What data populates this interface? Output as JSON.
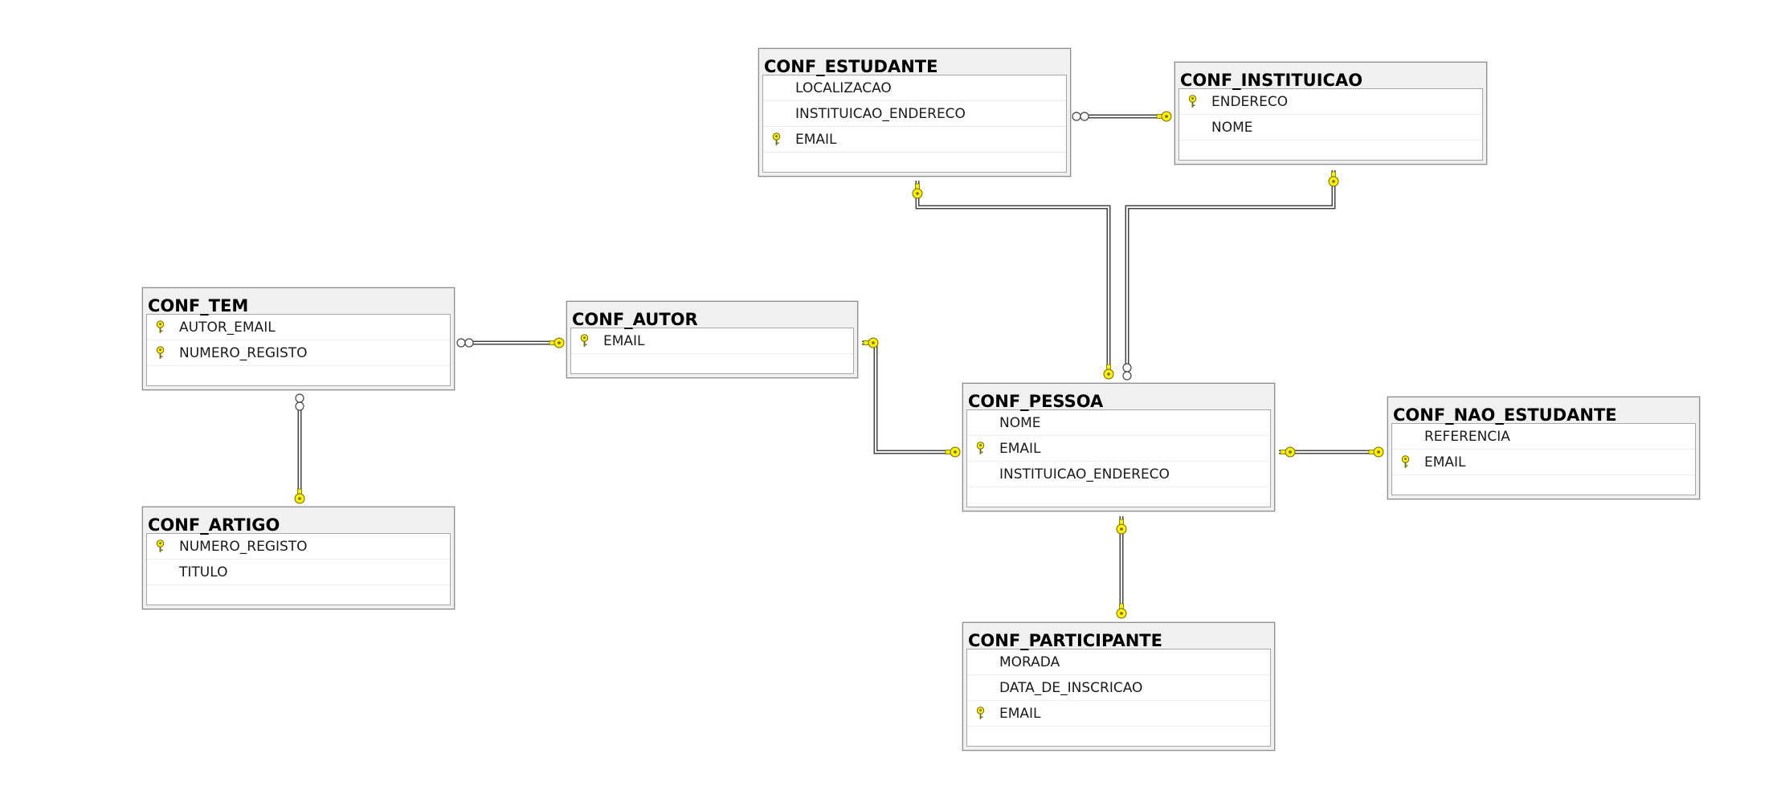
{
  "colors": {
    "key": "#ffee00",
    "key_outline": "#6b6b00",
    "connector": "#444444",
    "header_bg": "#f0f0f0",
    "border": "#8f8f8f"
  },
  "tables": [
    {
      "id": "conf-estudante",
      "title": "CONF_ESTUDANTE",
      "columns": [
        {
          "name": "LOCALIZACAO",
          "pk": false
        },
        {
          "name": "INSTITUICAO_ENDERECO",
          "pk": false
        },
        {
          "name": "EMAIL",
          "pk": true
        }
      ]
    },
    {
      "id": "conf-instituicao",
      "title": "CONF_INSTITUICAO",
      "columns": [
        {
          "name": "ENDERECO",
          "pk": true
        },
        {
          "name": "NOME",
          "pk": false
        }
      ]
    },
    {
      "id": "conf-tem",
      "title": "CONF_TEM",
      "columns": [
        {
          "name": "AUTOR_EMAIL",
          "pk": true
        },
        {
          "name": "NUMERO_REGISTO",
          "pk": true
        }
      ]
    },
    {
      "id": "conf-autor",
      "title": "CONF_AUTOR",
      "columns": [
        {
          "name": "EMAIL",
          "pk": true
        }
      ]
    },
    {
      "id": "conf-pessoa",
      "title": "CONF_PESSOA",
      "columns": [
        {
          "name": "NOME",
          "pk": false
        },
        {
          "name": "EMAIL",
          "pk": true
        },
        {
          "name": "INSTITUICAO_ENDERECO",
          "pk": false
        }
      ]
    },
    {
      "id": "conf-nao-estudante",
      "title": "CONF_NAO_ESTUDANTE",
      "columns": [
        {
          "name": "REFERENCIA",
          "pk": false
        },
        {
          "name": "EMAIL",
          "pk": true
        }
      ]
    },
    {
      "id": "conf-artigo",
      "title": "CONF_ARTIGO",
      "columns": [
        {
          "name": "NUMERO_REGISTO",
          "pk": true
        },
        {
          "name": "TITULO",
          "pk": false
        }
      ]
    },
    {
      "id": "conf-participante",
      "title": "CONF_PARTICIPANTE",
      "columns": [
        {
          "name": "MORADA",
          "pk": false
        },
        {
          "name": "DATA_DE_INSCRICAO",
          "pk": false
        },
        {
          "name": "EMAIL",
          "pk": true
        }
      ]
    }
  ],
  "relationships": [
    {
      "name": "conf-estudante-to-conf-instituicao",
      "many": "CONF_ESTUDANTE",
      "one": "CONF_INSTITUICAO"
    },
    {
      "name": "conf-estudante-to-conf-pessoa",
      "many": "CONF_ESTUDANTE",
      "one": "CONF_PESSOA"
    },
    {
      "name": "conf-pessoa-to-conf-instituicao",
      "many": "CONF_PESSOA",
      "one": "CONF_INSTITUICAO"
    },
    {
      "name": "conf-tem-to-conf-autor",
      "many": "CONF_TEM",
      "one": "CONF_AUTOR"
    },
    {
      "name": "conf-autor-to-conf-pessoa",
      "many": "CONF_AUTOR",
      "one": "CONF_PESSOA"
    },
    {
      "name": "conf-tem-to-conf-artigo",
      "many": "CONF_TEM",
      "one": "CONF_ARTIGO"
    },
    {
      "name": "conf-nao-estudante-to-conf-pessoa",
      "many": "CONF_NAO_ESTUDANTE",
      "one": "CONF_PESSOA"
    },
    {
      "name": "conf-participante-to-conf-pessoa",
      "many": "CONF_PARTICIPANTE",
      "one": "CONF_PESSOA"
    }
  ]
}
